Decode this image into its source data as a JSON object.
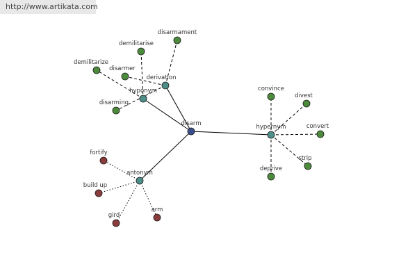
{
  "watermark": "http://www.artikata.com",
  "colors": {
    "center": "#3a4f8a",
    "relation": "#4e8f8a",
    "synonym": "#4c8a3c",
    "antonym": "#8a3c3c"
  },
  "nodes": {
    "disarm": {
      "label": "disarm",
      "kind": "center"
    },
    "hyponym": {
      "label": "hyponym",
      "kind": "relation"
    },
    "derivation": {
      "label": "derivation",
      "kind": "relation"
    },
    "hypernym": {
      "label": "hypernym",
      "kind": "relation"
    },
    "antonym": {
      "label": "antonym",
      "kind": "relation"
    },
    "disarmament": {
      "label": "disarmament",
      "kind": "synonym"
    },
    "demilitarise": {
      "label": "demilitarise",
      "kind": "synonym"
    },
    "demilitarize": {
      "label": "demilitarize",
      "kind": "synonym"
    },
    "disarmer": {
      "label": "disarmer",
      "kind": "synonym"
    },
    "disarming": {
      "label": "disarming",
      "kind": "synonym"
    },
    "convince": {
      "label": "convince",
      "kind": "synonym"
    },
    "divest": {
      "label": "divest",
      "kind": "synonym"
    },
    "convert": {
      "label": "convert",
      "kind": "synonym"
    },
    "strip": {
      "label": "strip",
      "kind": "synonym"
    },
    "deprive": {
      "label": "deprive",
      "kind": "synonym"
    },
    "fortify": {
      "label": "fortify",
      "kind": "antonym"
    },
    "build_up": {
      "label": "build up",
      "kind": "antonym"
    },
    "gird": {
      "label": "gird",
      "kind": "antonym"
    },
    "arm": {
      "label": "arm",
      "kind": "antonym"
    }
  },
  "edges": [
    {
      "from": "disarm",
      "to": "hyponym",
      "style": "solid"
    },
    {
      "from": "disarm",
      "to": "derivation",
      "style": "solid"
    },
    {
      "from": "disarm",
      "to": "hypernym",
      "style": "solid"
    },
    {
      "from": "disarm",
      "to": "antonym",
      "style": "solid"
    },
    {
      "from": "derivation",
      "to": "disarmament",
      "style": "dashed"
    },
    {
      "from": "derivation",
      "to": "disarmer",
      "style": "dashed"
    },
    {
      "from": "derivation",
      "to": "disarming",
      "style": "dashed"
    },
    {
      "from": "hyponym",
      "to": "demilitarise",
      "style": "dashed"
    },
    {
      "from": "hyponym",
      "to": "demilitarize",
      "style": "dashed"
    },
    {
      "from": "hypernym",
      "to": "convince",
      "style": "dashed"
    },
    {
      "from": "hypernym",
      "to": "divest",
      "style": "dashed"
    },
    {
      "from": "hypernym",
      "to": "convert",
      "style": "dashed"
    },
    {
      "from": "hypernym",
      "to": "strip",
      "style": "dashed"
    },
    {
      "from": "hypernym",
      "to": "deprive",
      "style": "dashed"
    },
    {
      "from": "antonym",
      "to": "fortify",
      "style": "dotted"
    },
    {
      "from": "antonym",
      "to": "build_up",
      "style": "dotted"
    },
    {
      "from": "antonym",
      "to": "gird",
      "style": "dotted"
    },
    {
      "from": "antonym",
      "to": "arm",
      "style": "dotted"
    }
  ]
}
